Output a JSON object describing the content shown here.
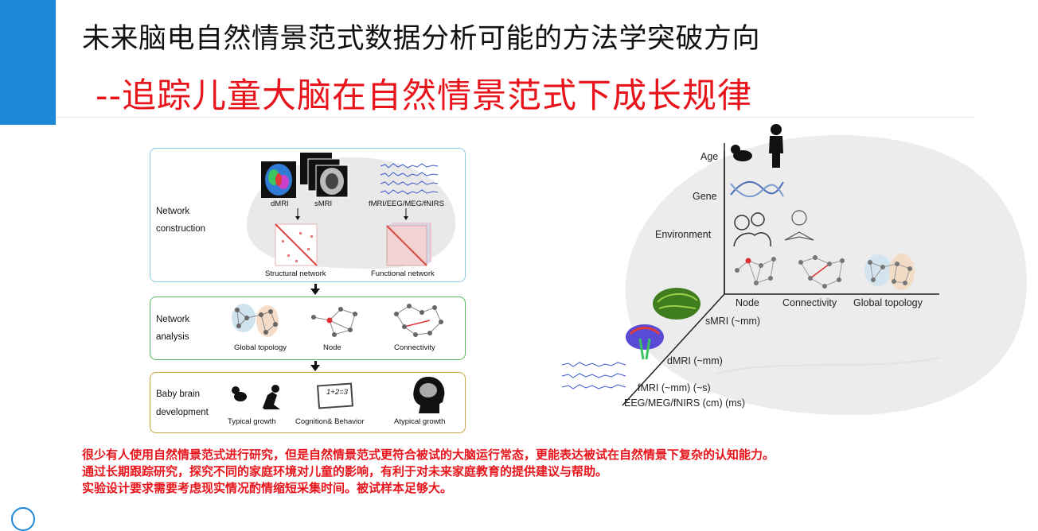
{
  "header": {
    "title": "未来脑电自然情景范式数据分析可能的方法学突破方向",
    "subtitle": "--追踪儿童大脑在自然情景范式下成长规律"
  },
  "left_figure": {
    "panel1": {
      "side_label_1": "Network",
      "side_label_2": "construction",
      "img_dmri": "dMRI",
      "img_smri": "sMRI",
      "img_fmri": "fMRI/EEG/MEG/fNIRS",
      "structural": "Structural network",
      "functional": "Functional network"
    },
    "panel2": {
      "side_label_1": "Network",
      "side_label_2": "analysis",
      "global": "Global topology",
      "node": "Node",
      "connectivity": "Connectivity"
    },
    "panel3": {
      "side_label_1": "Baby brain",
      "side_label_2": "development",
      "typical": "Typical growth",
      "cognition": "Cognition& Behavior",
      "atypical": "Atypical growth",
      "chalkboard": "1+2=3"
    }
  },
  "right_figure": {
    "age": "Age",
    "gene": "Gene",
    "environment": "Environment",
    "node": "Node",
    "connectivity": "Connectivity",
    "global_topology": "Global topology",
    "smri": "sMRI (~mm)",
    "dmri": "dMRI (~mm)",
    "fmri": "fMRI (~mm) (~s)",
    "eeg": "EEG/MEG/fNIRS (cm) (ms)"
  },
  "body": {
    "line1": "很少有人使用自然情景范式进行研究，但是自然情景范式更符合被试的大脑运行常态，更能表达被试在自然情景下复杂的认知能力。",
    "line2": "通过长期跟踪研究，探究不同的家庭环境对儿童的影响，有利于对未来家庭教育的提供建议与帮助。",
    "line3": "实验设计要求需要考虑现实情况酌情缩短采集时间。被试样本足够大。"
  },
  "colors": {
    "accent": "#1e88d8",
    "subtitle_red": "#e8141b"
  }
}
